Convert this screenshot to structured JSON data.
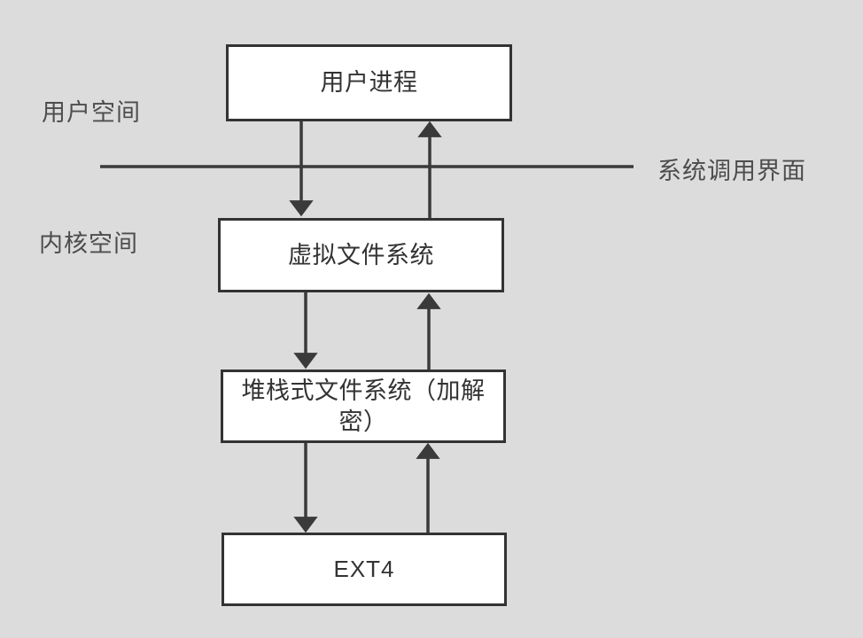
{
  "diagram": {
    "title_region": "linux-filesystem-stack-diagram",
    "background_color": "#dcdcdc",
    "box_fill": "#ffffff",
    "box_stroke": "#333333",
    "text_color": "#333333",
    "label_color": "#4d4d4d",
    "arrow_color": "#3a3a3a",
    "labels": {
      "user_space": "用户空间",
      "kernel_space": "内核空间",
      "syscall_interface": "系统调用界面"
    },
    "nodes": [
      {
        "id": "user-process",
        "label": "用户进程"
      },
      {
        "id": "virtual-file-system",
        "label": "虚拟文件系统"
      },
      {
        "id": "stacked-file-system",
        "label": "堆栈式文件系统（加解密）"
      },
      {
        "id": "ext4",
        "label": "EXT4"
      }
    ],
    "connections": [
      {
        "from": "user-process",
        "to": "virtual-file-system",
        "direction": "down"
      },
      {
        "from": "virtual-file-system",
        "to": "user-process",
        "direction": "up"
      },
      {
        "from": "virtual-file-system",
        "to": "stacked-file-system",
        "direction": "down"
      },
      {
        "from": "stacked-file-system",
        "to": "virtual-file-system",
        "direction": "up"
      },
      {
        "from": "stacked-file-system",
        "to": "ext4",
        "direction": "down"
      },
      {
        "from": "ext4",
        "to": "stacked-file-system",
        "direction": "up"
      }
    ],
    "divider": {
      "name": "syscall-boundary-line",
      "orientation": "horizontal"
    }
  }
}
